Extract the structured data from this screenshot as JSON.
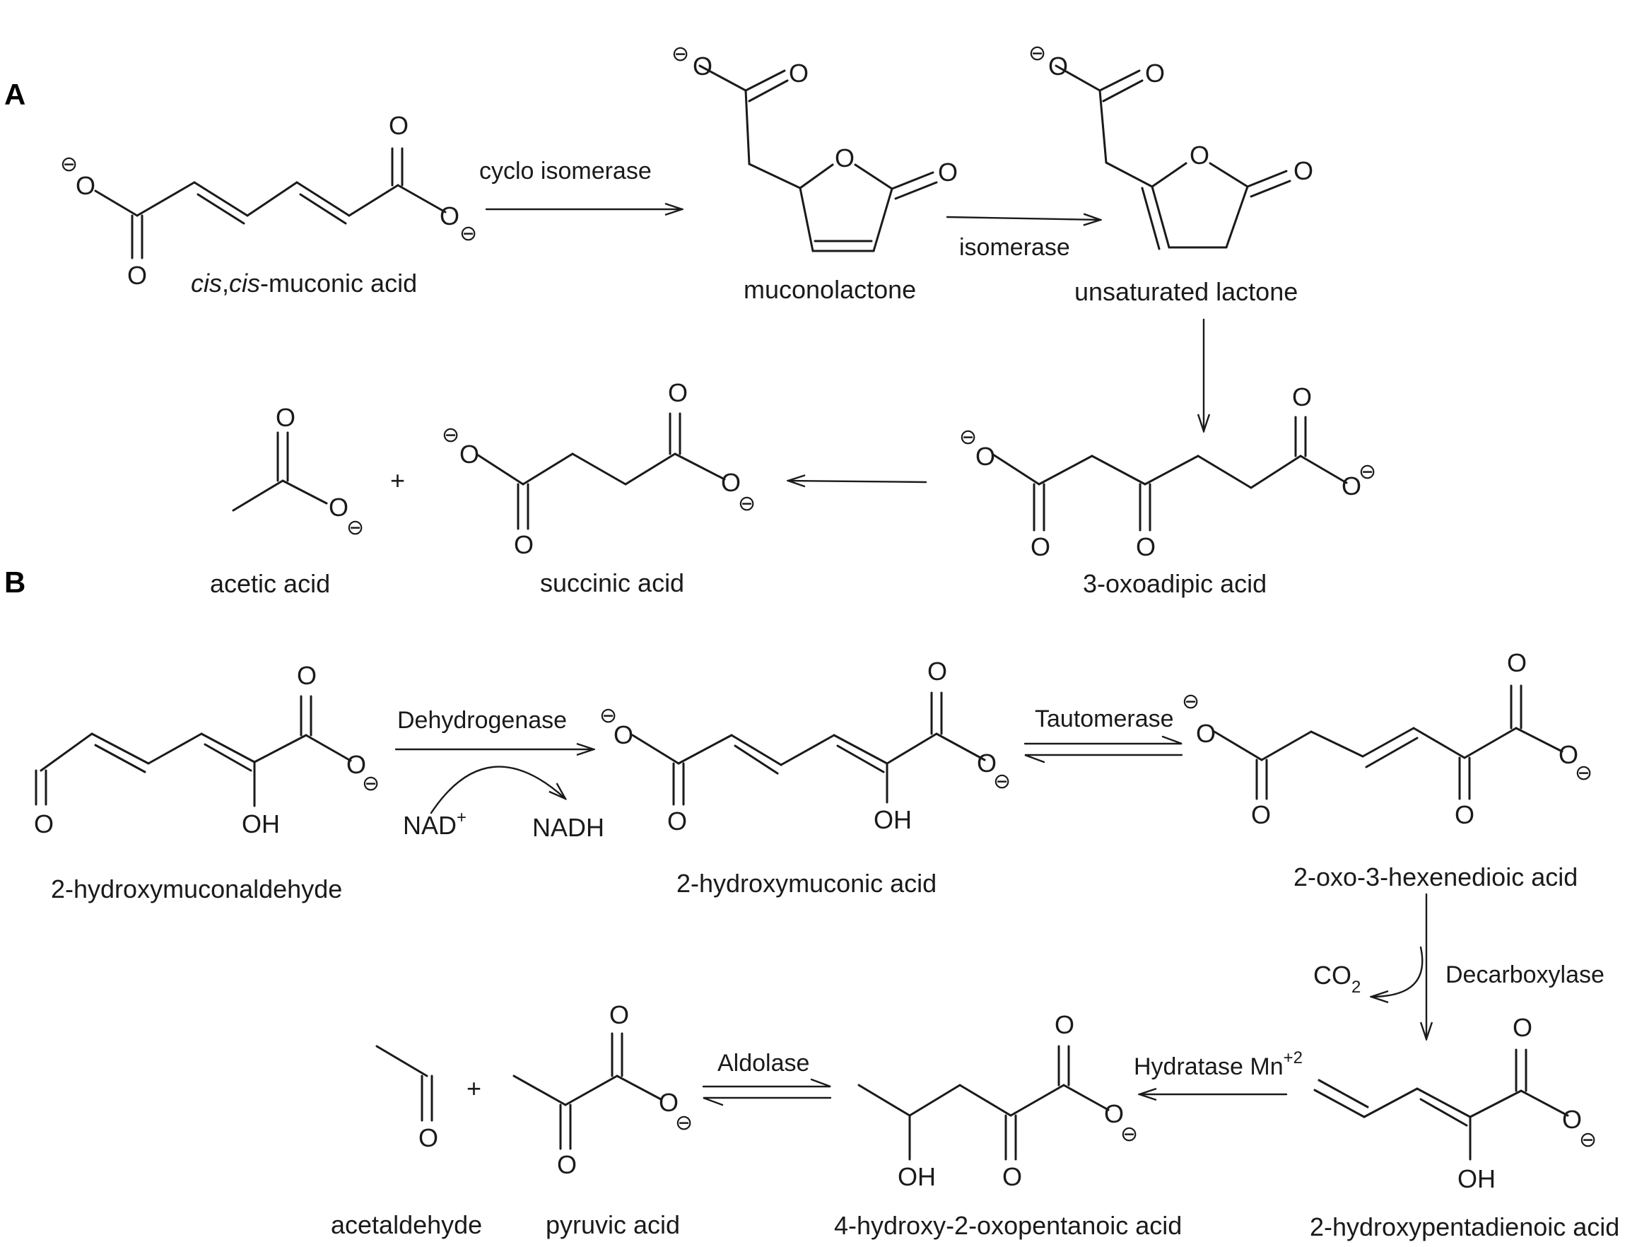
{
  "panels": {
    "a": "A",
    "b": "B"
  },
  "atoms": {
    "o": "O",
    "oh": "OH",
    "minus": "⊖",
    "plus": "+"
  },
  "compounds": {
    "muconic_prefix1": "cis",
    "muconic_comma": ",",
    "muconic_prefix2": "cis",
    "muconic_suffix": "-muconic acid",
    "muconolactone": "muconolactone",
    "unsaturated_lactone": "unsaturated lactone",
    "oxoadipic": "3-oxoadipic acid",
    "succinic": "succinic acid",
    "acetic": "acetic acid",
    "hydroxymuconaldehyde": "2-hydroxymuconaldehyde",
    "hydroxymuconic": "2-hydroxymuconic acid",
    "oxohexenedioic": "2-oxo-3-hexenedioic acid",
    "hydroxypentadienoic": "2-hydroxypentadienoic acid",
    "hydroxyoxopentanoic": "4-hydroxy-2-oxopentanoic acid",
    "pyruvic": "pyruvic acid",
    "acetaldehyde": "acetaldehyde"
  },
  "enzymes": {
    "cyclo_isomerase": "cyclo isomerase",
    "isomerase": "isomerase",
    "dehydrogenase": "Dehydrogenase",
    "tautomerase": "Tautomerase",
    "decarboxylase": "Decarboxylase",
    "hydratase": "Hydratase Mn",
    "hydratase_sup": "+2",
    "aldolase": "Aldolase"
  },
  "cofactors": {
    "nad": "NAD",
    "nad_sup": "+",
    "nadh": "NADH",
    "co2_main": "CO",
    "co2_sub": "2"
  }
}
